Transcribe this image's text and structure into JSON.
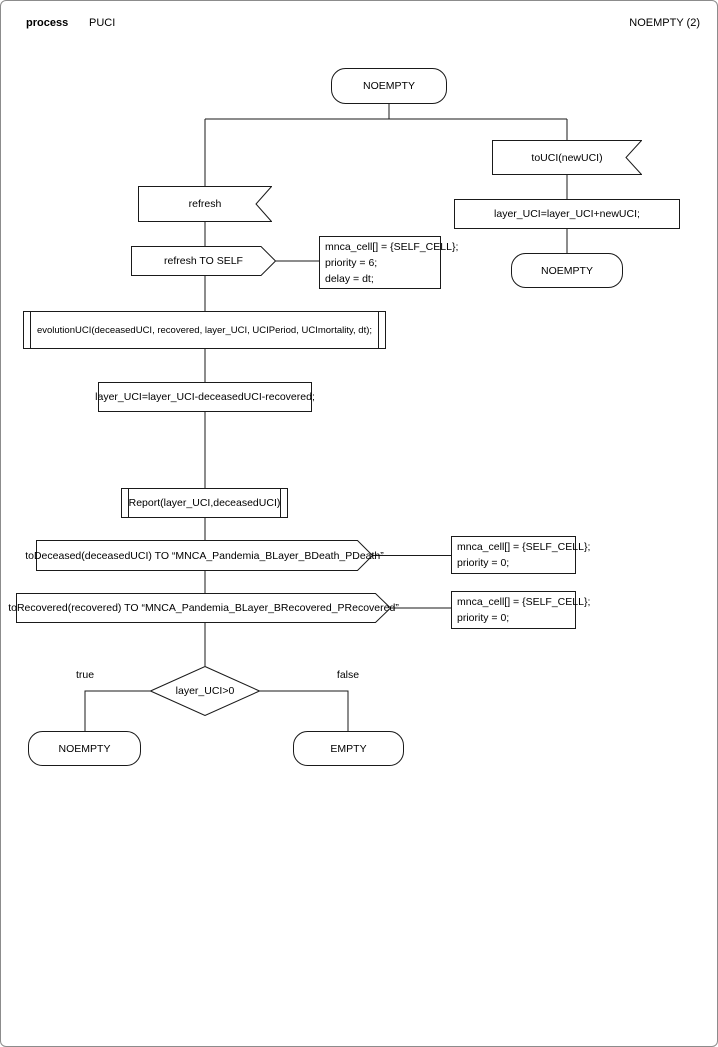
{
  "colors": {
    "stroke": "#1a1a1a",
    "fill": "#ffffff",
    "text": "#000000"
  },
  "header": {
    "process_label": "process",
    "process_name": "PUCI",
    "page_title": "NOEMPTY (2)"
  },
  "nodes": {
    "start_state": {
      "label": "NOEMPTY"
    },
    "receive_touci": {
      "label": "toUCI(newUCI)"
    },
    "assign_add": {
      "label": "layer_UCI=layer_UCI+newUCI;"
    },
    "state_noempty_right": {
      "label": "NOEMPTY"
    },
    "receive_refresh": {
      "label": "refresh"
    },
    "send_refresh_self": {
      "label": "refresh TO SELF"
    },
    "note_refresh": {
      "lines": [
        "mnca_cell[] = {SELF_CELL};",
        "priority = 6;",
        "delay = dt;"
      ]
    },
    "call_evolution": {
      "label": "evolutionUCI(deceasedUCI, recovered, layer_UCI, UCIPeriod, UCImortality, dt);"
    },
    "assign_sub": {
      "label": "layer_UCI=layer_UCI-deceasedUCI-recovered;"
    },
    "call_report": {
      "label": "Report(layer_UCI,deceasedUCI)"
    },
    "send_deceased": {
      "label": "toDeceased(deceasedUCI) TO “MNCA_Pandemia_BLayer_BDeath_PDeath”"
    },
    "note_deceased": {
      "lines": [
        "mnca_cell[] = {SELF_CELL};",
        "priority = 0;"
      ]
    },
    "send_recovered": {
      "label": "toRecovered(recovered) TO “MNCA_Pandemia_BLayer_BRecovered_PRecovered”"
    },
    "note_recovered": {
      "lines": [
        "mnca_cell[] = {SELF_CELL};",
        "priority = 0;"
      ]
    },
    "decision": {
      "label": "layer_UCI>0"
    },
    "branch_true": {
      "label": "true"
    },
    "branch_false": {
      "label": "false"
    },
    "state_noempty_end": {
      "label": "NOEMPTY"
    },
    "state_empty_end": {
      "label": "EMPTY"
    }
  }
}
